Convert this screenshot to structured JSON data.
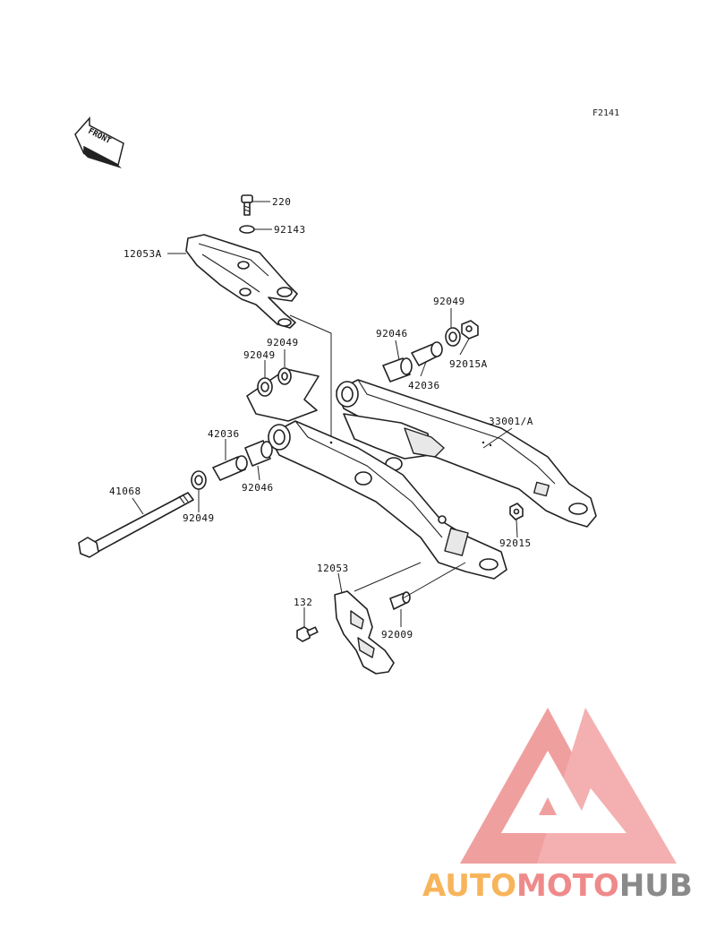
{
  "figure_code": "F2141",
  "front_indicator": "FRONT",
  "parts": [
    {
      "id": "p220",
      "number": "220"
    },
    {
      "id": "p92143",
      "number": "92143"
    },
    {
      "id": "p12053A",
      "number": "12053A"
    },
    {
      "id": "p92049a",
      "number": "92049"
    },
    {
      "id": "p92015A",
      "number": "92015A"
    },
    {
      "id": "p92046a",
      "number": "92046"
    },
    {
      "id": "p42036a",
      "number": "42036"
    },
    {
      "id": "p92049b",
      "number": "92049"
    },
    {
      "id": "p92049c",
      "number": "92049"
    },
    {
      "id": "p33001A",
      "number": "33001/A"
    },
    {
      "id": "p42036b",
      "number": "42036"
    },
    {
      "id": "p92046b",
      "number": "92046"
    },
    {
      "id": "p41068",
      "number": "41068"
    },
    {
      "id": "p92049d",
      "number": "92049"
    },
    {
      "id": "p92015",
      "number": "92015"
    },
    {
      "id": "p12053",
      "number": "12053"
    },
    {
      "id": "p132",
      "number": "132"
    },
    {
      "id": "p92009",
      "number": "92009"
    }
  ],
  "watermark": {
    "part1": "AUTO",
    "part2": "MOTO",
    "part3": "HUB",
    "color_light": "#f7a84a",
    "color_mid": "#ee7d7d",
    "color_dark": "#8a8a8a"
  }
}
